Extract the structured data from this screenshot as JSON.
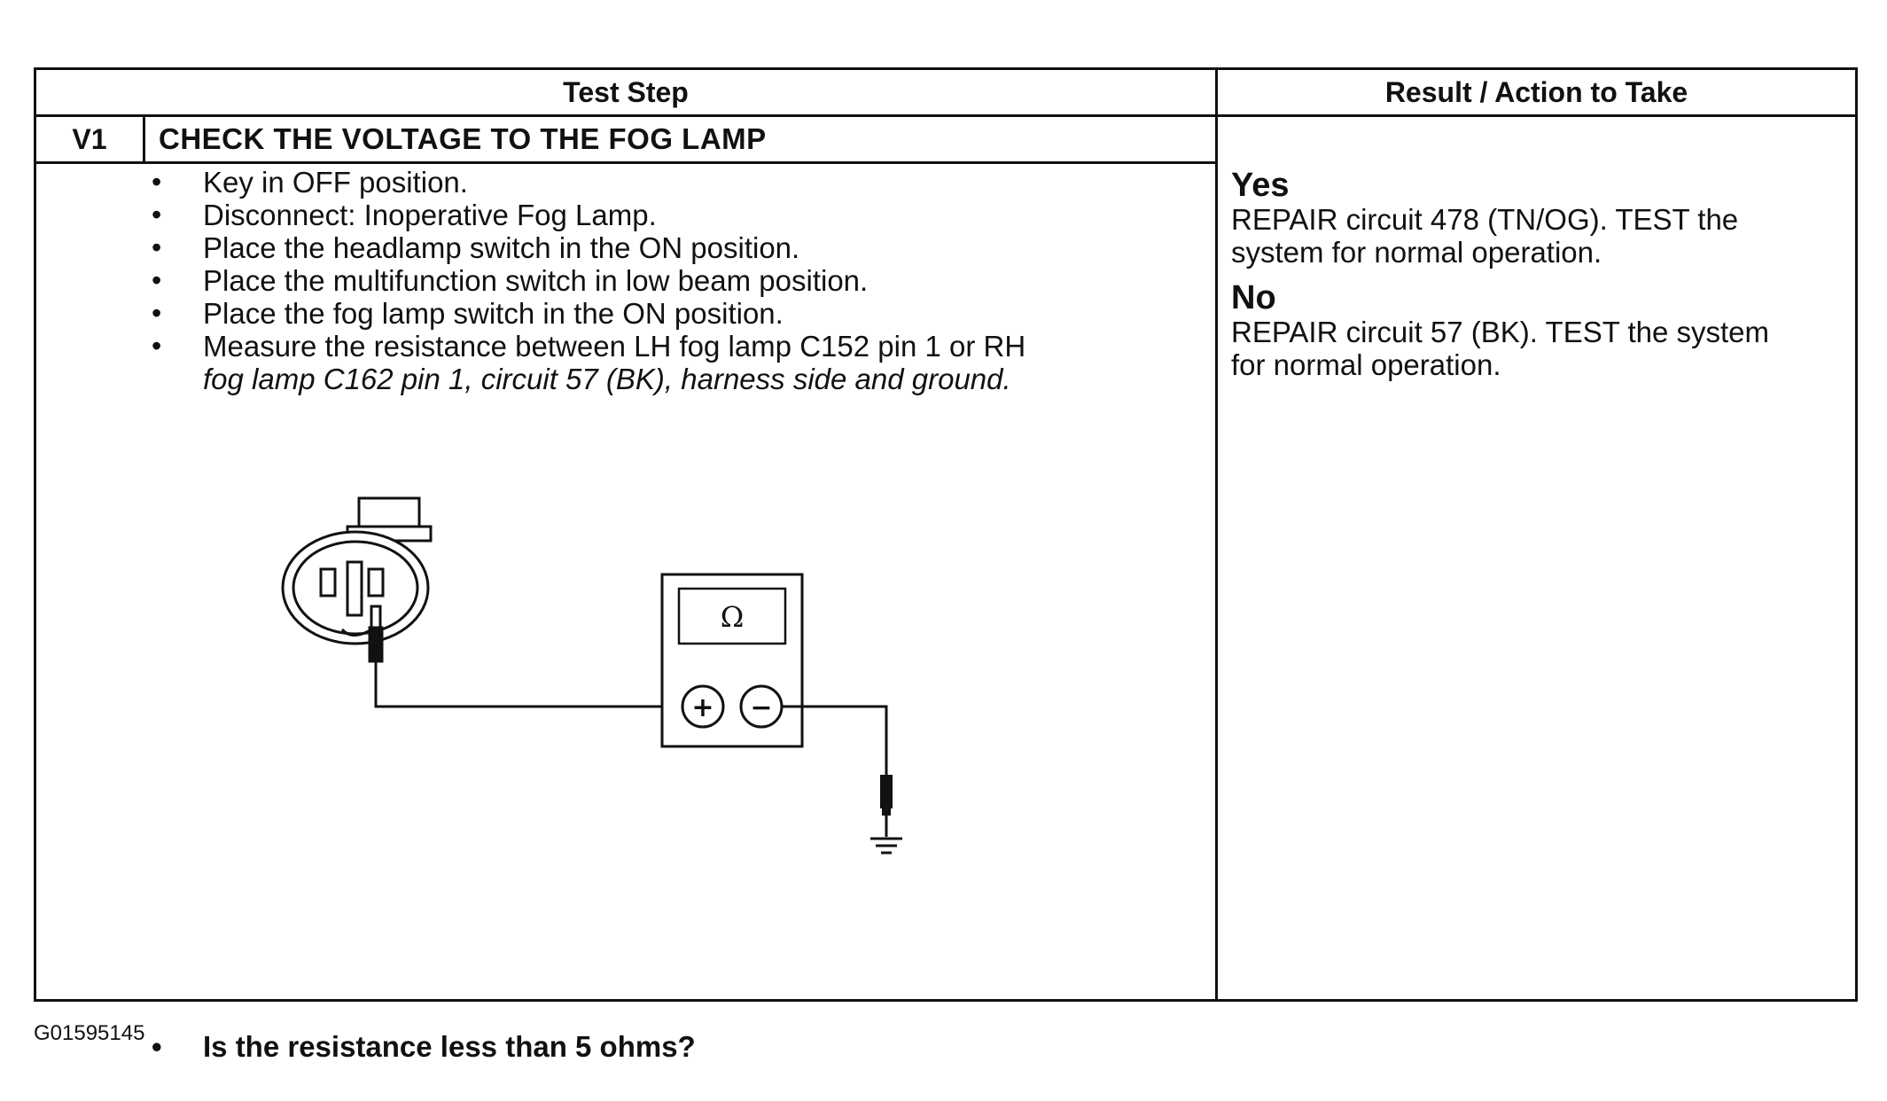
{
  "table": {
    "header_left": "Test Step",
    "header_right": "Result / Action to Take",
    "step_id": "V1",
    "step_title": "CHECK THE VOLTAGE TO THE FOG LAMP",
    "instructions": [
      "Key in OFF position.",
      "Disconnect: Inoperative Fog Lamp.",
      "Place the headlamp switch in the ON position.",
      "Place the multifunction switch in low beam position.",
      "Place the fog lamp switch in the ON position.",
      "Measure the resistance between LH fog lamp C152 pin 1 or RH"
    ],
    "instruction_continuation": "fog lamp C162 pin 1, circuit 57 (BK), harness side and ground.",
    "question": "Is the resistance less than 5 ohms?",
    "results": {
      "yes_label": "Yes",
      "yes_line1": "REPAIR circuit 478 (TN/OG). TEST the",
      "yes_line2": "system for normal operation.",
      "no_label": "No",
      "no_line1": "REPAIR circuit 57 (BK). TEST the system",
      "no_line2": "for normal operation."
    }
  },
  "diagram": {
    "meter_symbol": "Ω",
    "plus_symbol": "+",
    "minus_symbol": "−"
  },
  "figure_code": "G01595145"
}
